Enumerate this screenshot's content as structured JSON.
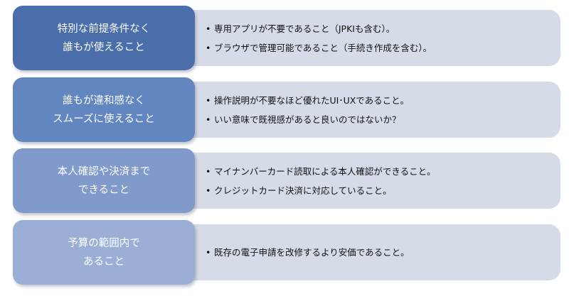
{
  "colors": {
    "label_1": "#4a6ea9",
    "label_2": "#6287c0",
    "label_3": "#7f9acb",
    "label_4": "#9bafd6",
    "desc_bg": "#d6dbe8"
  },
  "rows": [
    {
      "label_lines": [
        "特別な前提条件なく",
        "誰もが使えること"
      ],
      "bullets": [
        "専用アプリが不要であること（JPKIも含む）。",
        "ブラウザで管理可能であること（手続き作成を含む）。"
      ]
    },
    {
      "label_lines": [
        "誰もが違和感なく",
        "スムーズに使えること"
      ],
      "bullets": [
        "操作説明が不要なほど優れたUI･UXであること。",
        "いい意味で既視感があると良いのではないか？"
      ]
    },
    {
      "label_lines": [
        "本人確認や決済まで",
        "できること"
      ],
      "bullets": [
        "マイナンバーカード読取による本人確認ができること。",
        "クレジットカード決済に対応していること。"
      ]
    },
    {
      "label_lines": [
        "予算の範囲内で",
        "あること"
      ],
      "bullets": [
        "既存の電子申請を改修するより安価であること。"
      ]
    }
  ]
}
